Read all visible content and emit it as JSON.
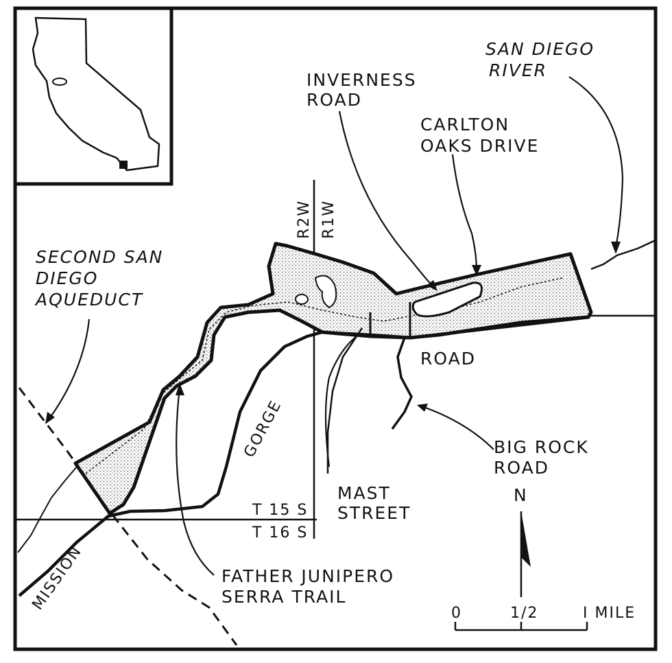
{
  "labels": {
    "san_diego_river": [
      "SAN DIEGO",
      "RIVER"
    ],
    "inverness_road": [
      "INVERNESS",
      "ROAD"
    ],
    "carlton_oaks_drive": [
      "CARLTON",
      "OAKS DRIVE"
    ],
    "second_aqueduct": [
      "SECOND SAN",
      "DIEGO",
      "AQUEDUCT"
    ],
    "range_west": "R2W",
    "range_east": "R1W",
    "road": "ROAD",
    "gorge": "GORGE",
    "big_rock_road": [
      "BIG ROCK",
      "ROAD"
    ],
    "mast_street": [
      "MAST",
      "STREET"
    ],
    "township_north": "T 15 S",
    "township_south": "T 16 S",
    "mission": "MISSION",
    "serra_trail": [
      "FATHER JUNIPERO",
      "SERRA TRAIL"
    ],
    "north": "N"
  },
  "scale": {
    "ticks": [
      "0",
      "1/2",
      "I MILE"
    ],
    "miles": [
      0,
      0.5,
      1
    ]
  },
  "colors": {
    "ink": "#111111",
    "stipple": "#cfcfcf",
    "paper": "#ffffff"
  }
}
